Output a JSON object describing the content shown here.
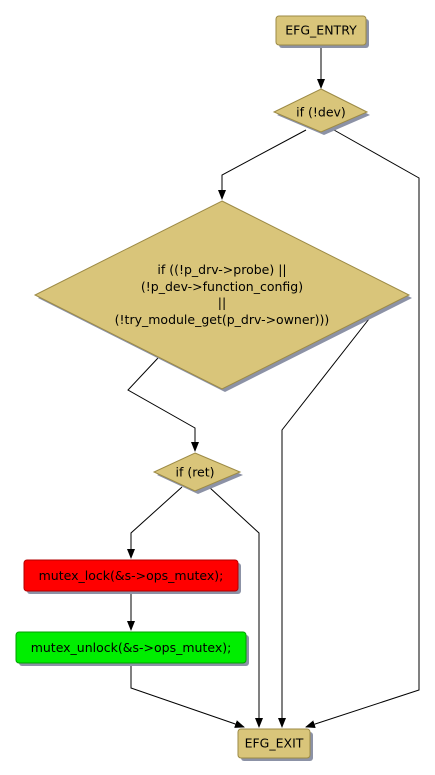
{
  "flow": {
    "entry": {
      "label": "EFG_ENTRY"
    },
    "cond_dev": {
      "label": "if (!dev)"
    },
    "cond_probe": {
      "lines": [
        "if ((!p_drv->probe) ||",
        "(!p_dev->function_config)",
        "||",
        "(!try_module_get(p_drv->owner)))"
      ]
    },
    "cond_ret": {
      "label": "if (ret)"
    },
    "lock": {
      "label": "mutex_lock(&s->ops_mutex);"
    },
    "unlock": {
      "label": "mutex_unlock(&s->ops_mutex);"
    },
    "exit": {
      "label": "EFG_EXIT"
    }
  },
  "colors": {
    "node_fill": "#d9c57a",
    "node_stroke": "#9c8a45",
    "lock_fill": "#ff0000",
    "unlock_fill": "#00ee00"
  }
}
